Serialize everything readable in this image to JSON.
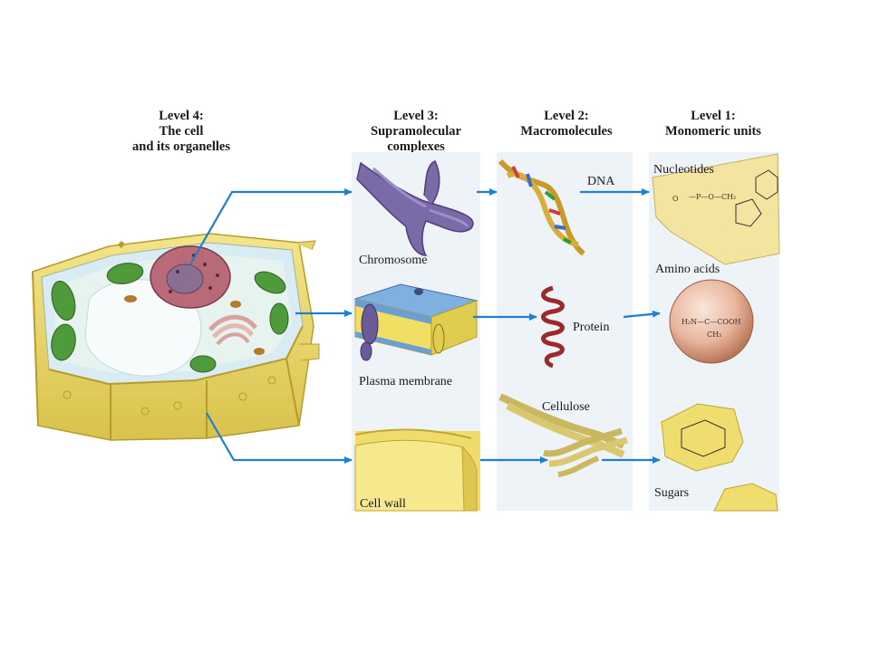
{
  "headers": {
    "level4": [
      "Level 4:",
      "The cell",
      "and its organelles"
    ],
    "level3": [
      "Level 3:",
      "Supramolecular",
      "complexes"
    ],
    "level2": [
      "Level 2:",
      "Macromolecules"
    ],
    "level1": [
      "Level 1:",
      "Monomeric units"
    ]
  },
  "level3_items": {
    "chromosome": "Chromosome",
    "membrane": "Plasma membrane",
    "cellwall": "Cell wall"
  },
  "level2_items": {
    "dna": "DNA",
    "protein": "Protein",
    "cellulose": "Cellulose"
  },
  "level1_items": {
    "nucleotides": "Nucleotides",
    "amino_acids": "Amino acids",
    "sugars": "Sugars"
  },
  "colors": {
    "arrow": "#1f7fd0",
    "panel": "#eaf1f8",
    "cell_wall": "#e6d36a",
    "chloroplast": "#4f9a3a",
    "chromosome": "#7a6aa8",
    "protein": "#9b2a2a"
  }
}
